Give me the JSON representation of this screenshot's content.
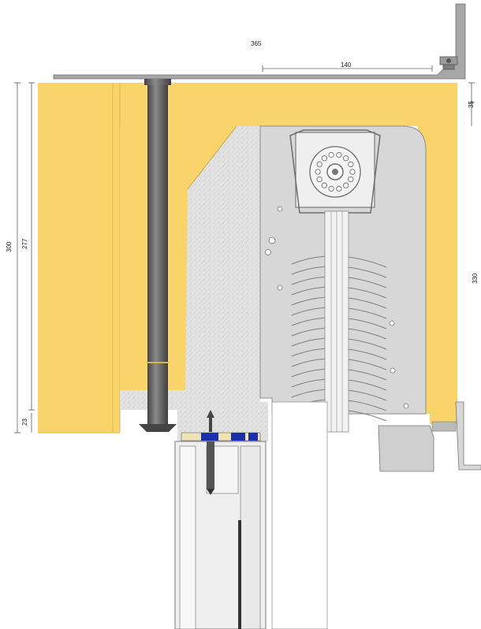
{
  "colors": {
    "insulation": "#f9d46b",
    "insulation_edge": "#e2b843",
    "plaster": "#dedede",
    "box": "#d7d7d7",
    "box_edge": "#8c8c8c",
    "steel_plate": "#a7a7a7",
    "anchor": "#5d5d5d",
    "seal_blue": "#1a2fb0",
    "seal_beige": "#efe2b3",
    "window_frame": "#e4e4e4"
  },
  "dimensions": {
    "width_total": "365",
    "width_inner": "140",
    "height_total": "300",
    "height_insulation": "277",
    "height_bottom": "23",
    "height_top_right": "35",
    "height_right": "330"
  },
  "icons": {
    "roller_axle": "roller-axle-icon",
    "bolt": "hex-bolt-icon",
    "screw": "screw-icon"
  }
}
